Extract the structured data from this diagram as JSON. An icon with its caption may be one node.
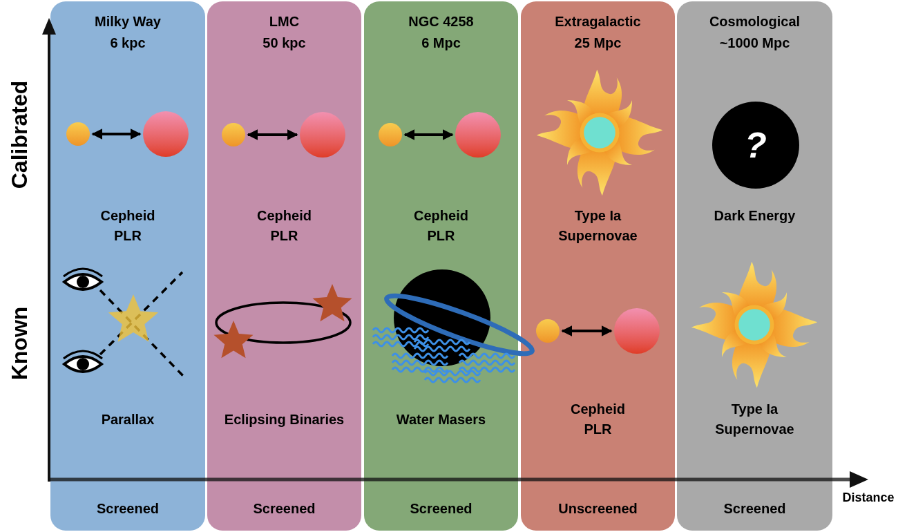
{
  "diagram": {
    "nodes": [
      {
        "text": [
          "Milky Way",
          "6 kpc",
          "Cepheid PLR",
          "Parallax",
          "Screened"
        ]
      },
      {
        "text": [],
        "shape": "circle",
        "in": 0
      },
      {
        "text": [],
        "shape": "circle",
        "in": 0
      },
      {
        "text": [
          "LMC",
          "50 kpc",
          "Cepheid PLR",
          "Eclipsing Binaries",
          "Screened"
        ]
      },
      {
        "text": [],
        "shape": "circle",
        "in": 3
      },
      {
        "text": [],
        "shape": "circle",
        "in": 3
      },
      {
        "text": [
          "NGC 4258",
          "6 Mpc",
          "Cepheid PLR",
          "Water Masers",
          "Screened"
        ]
      },
      {
        "text": [],
        "shape": "circle",
        "in": 6
      },
      {
        "text": [],
        "shape": "circle",
        "in": 6
      },
      {
        "text": [
          "Extragalactic",
          "25 Mpc",
          "Type Ia Supernovae",
          "Cepheid PLR",
          "Unscreened"
        ]
      },
      {
        "text": [],
        "shape": "circle",
        "in": 9
      },
      {
        "text": [],
        "shape": "circle",
        "in": 9
      },
      {
        "text": [
          "Cosmological",
          "~1000 Mpc",
          "Dark Energy",
          "Type Ia Supernovae",
          "Screened"
        ]
      }
    ],
    "edges": [
      {
        "from": 1,
        "to": 2,
        "arrow": "both"
      },
      {
        "from": 4,
        "to": 5,
        "arrow": "both"
      },
      {
        "from": 7,
        "to": 8,
        "arrow": "both"
      },
      {
        "from": 10,
        "to": 11,
        "arrow": "both"
      }
    ],
    "labels": [
      "Calibrated",
      "Known",
      "Distance",
      "?"
    ]
  }
}
